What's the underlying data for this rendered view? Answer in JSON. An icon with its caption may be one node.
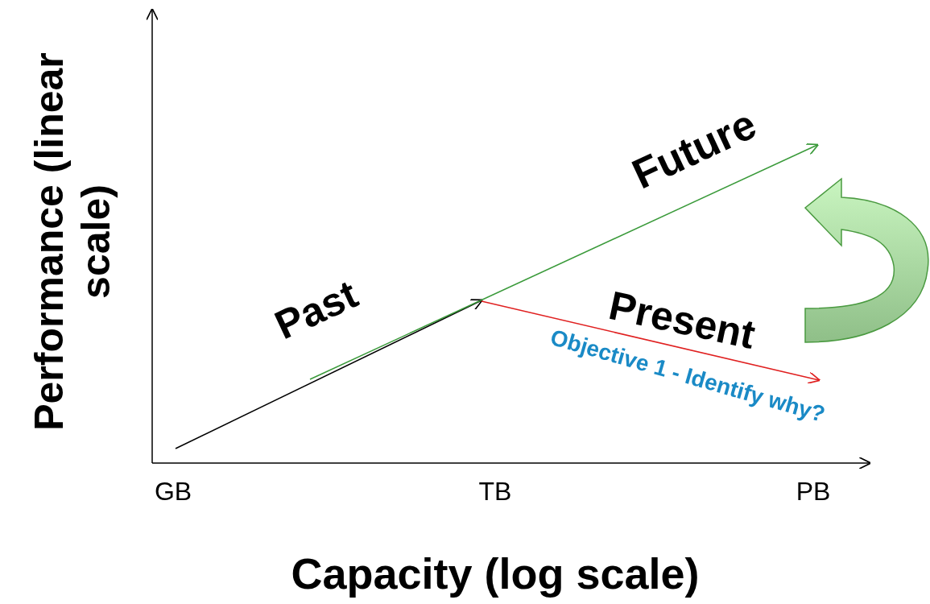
{
  "diagram": {
    "labels": [
      "Performance (linear scale)",
      "Future",
      "Past",
      "Present",
      "Objective 1 - Identify why?",
      "GB",
      "TB",
      "PB",
      "Capacity (log scale)"
    ]
  }
}
